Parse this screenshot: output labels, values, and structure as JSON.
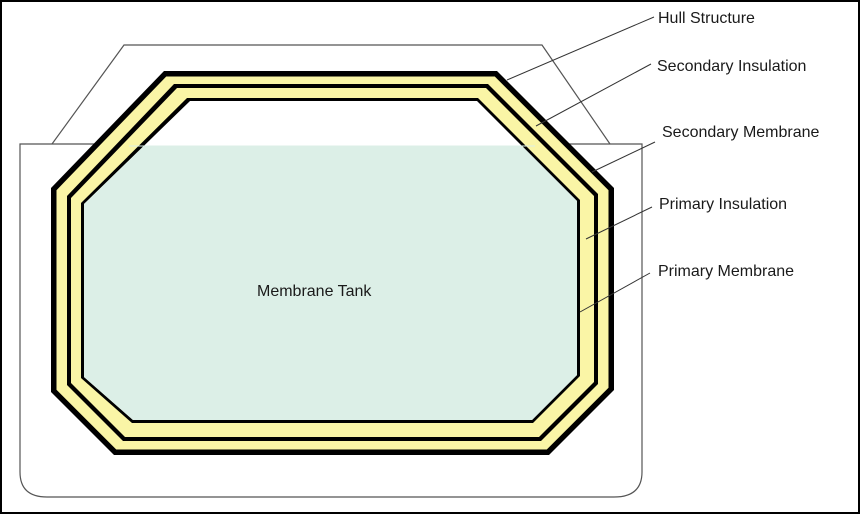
{
  "diagram": {
    "title": "",
    "center_label": "Membrane Tank",
    "callouts": [
      {
        "id": "hull-structure",
        "label": "Hull Structure"
      },
      {
        "id": "secondary-insulation",
        "label": "Secondary Insulation"
      },
      {
        "id": "secondary-membrane",
        "label": "Secondary Membrane"
      },
      {
        "id": "primary-insulation",
        "label": "Primary Insulation"
      },
      {
        "id": "primary-membrane",
        "label": "Primary Membrane"
      }
    ],
    "colors": {
      "insulation": "#FAF5A6",
      "cargo": "#DCEFE7",
      "membrane": "#000000",
      "hull_line": "#555555",
      "leader_line": "#333333",
      "border": "#000000"
    }
  }
}
